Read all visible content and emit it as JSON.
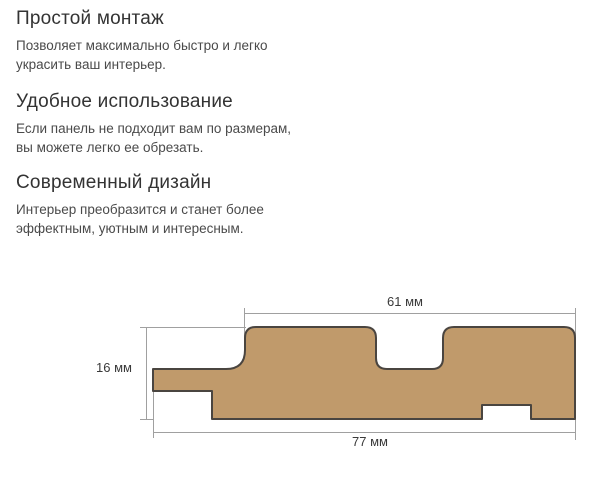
{
  "features": [
    {
      "title": "Простой монтаж",
      "text_line1": "Позволяет максимально быстро и легко",
      "text_line2": "украсить ваш интерьер."
    },
    {
      "title": "Удобное использование",
      "text_line1": "Если панель не подходит вам по размерам,",
      "text_line2": "вы можете легко ее обрезать."
    },
    {
      "title": "Современный дизайн",
      "text_line1": "Интерьер преобразится и станет более",
      "text_line2": "эффектным, уютным и интересным."
    }
  ],
  "diagram": {
    "top_width_label": "61 мм",
    "height_label": "16 мм",
    "total_width_label": "77 мм",
    "colors": {
      "panel_fill": "#c09a6b",
      "panel_outline": "#4a4540",
      "dimension_line": "#9a9a9a"
    }
  }
}
